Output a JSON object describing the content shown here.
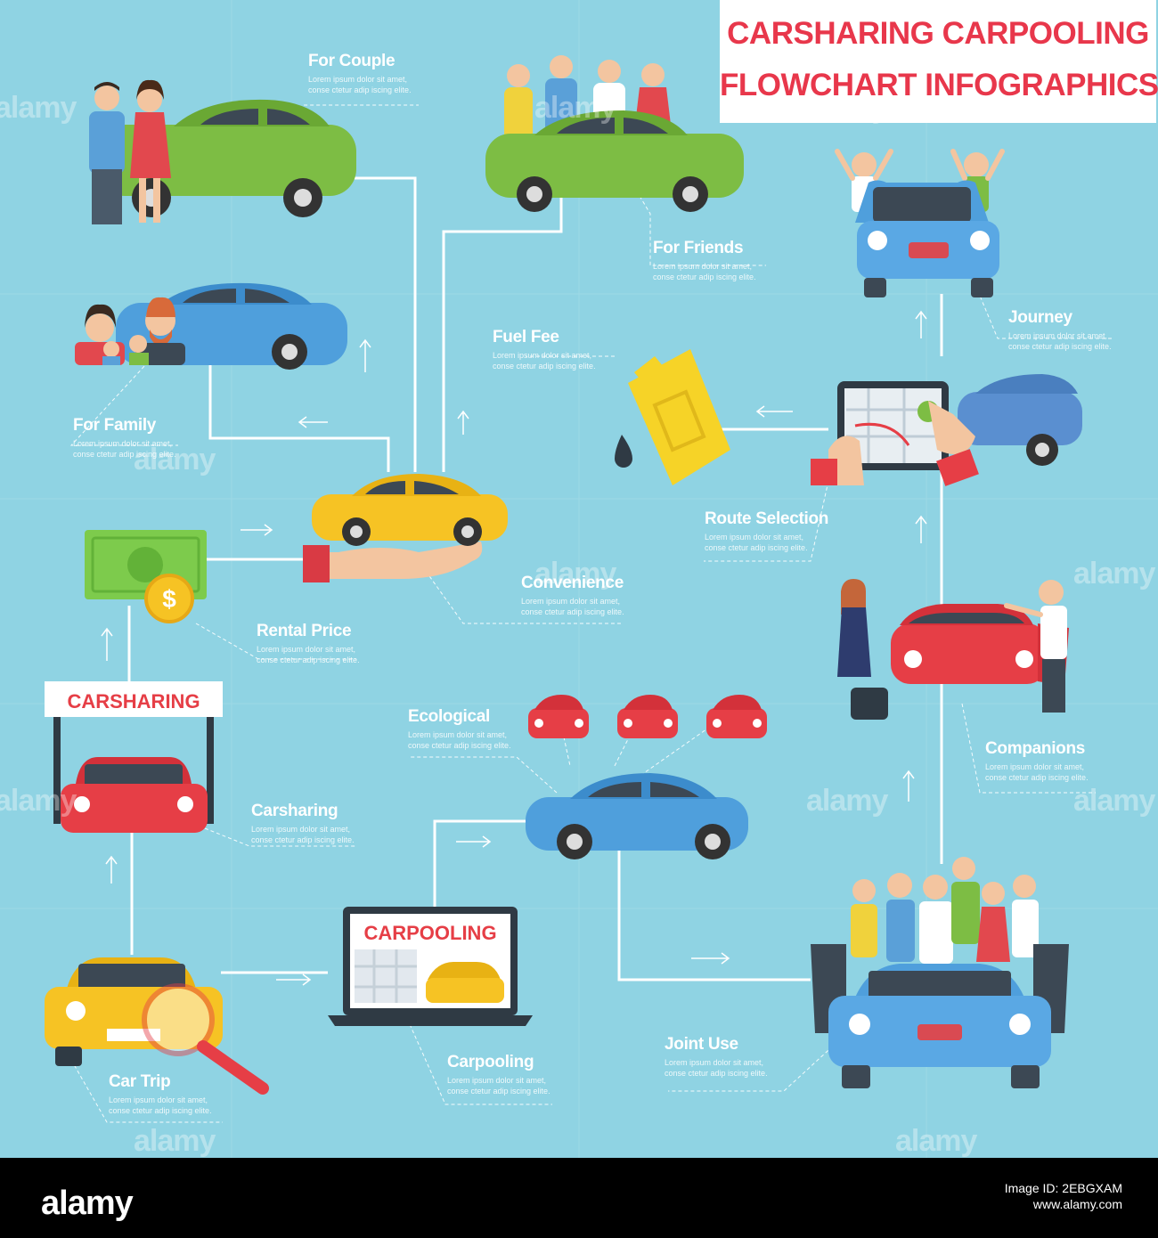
{
  "title": {
    "line1": "CARSHARING CARPOOLING",
    "line2": "FLOWCHART INFOGRAPHICS"
  },
  "lorem": "Lorem ipsum dolor sit amet, conse ctetur adip iscing elite.",
  "labels": {
    "for_couple": "For Couple",
    "for_friends": "For Friends",
    "journey": "Journey",
    "fuel_fee": "Fuel Fee",
    "for_family": "For Family",
    "route_selection": "Route Selection",
    "convenience": "Convenience",
    "rental_price": "Rental Price",
    "ecological": "Ecological",
    "companions": "Companions",
    "carsharing": "Carsharing",
    "car_trip": "Car Trip",
    "carpooling": "Carpooling",
    "joint_use": "Joint Use"
  },
  "signs": {
    "carsharing_sign": "CARSHARING",
    "carpooling_screen": "CARPOOLING",
    "dollar": "$"
  },
  "watermark": "alamy",
  "footer": {
    "logo": "alamy",
    "image_id_label": "Image ID: 2EBGXAM",
    "url": "www.alamy.com",
    "id": "2EBGXAM"
  },
  "colors": {
    "background": "#8fd3e3",
    "title_red": "#e8374b",
    "line_white": "#ffffff",
    "car_green": "#7dbd44",
    "car_blue": "#4f9fdc",
    "car_yellow": "#f6c324",
    "car_red": "#e63e46"
  }
}
